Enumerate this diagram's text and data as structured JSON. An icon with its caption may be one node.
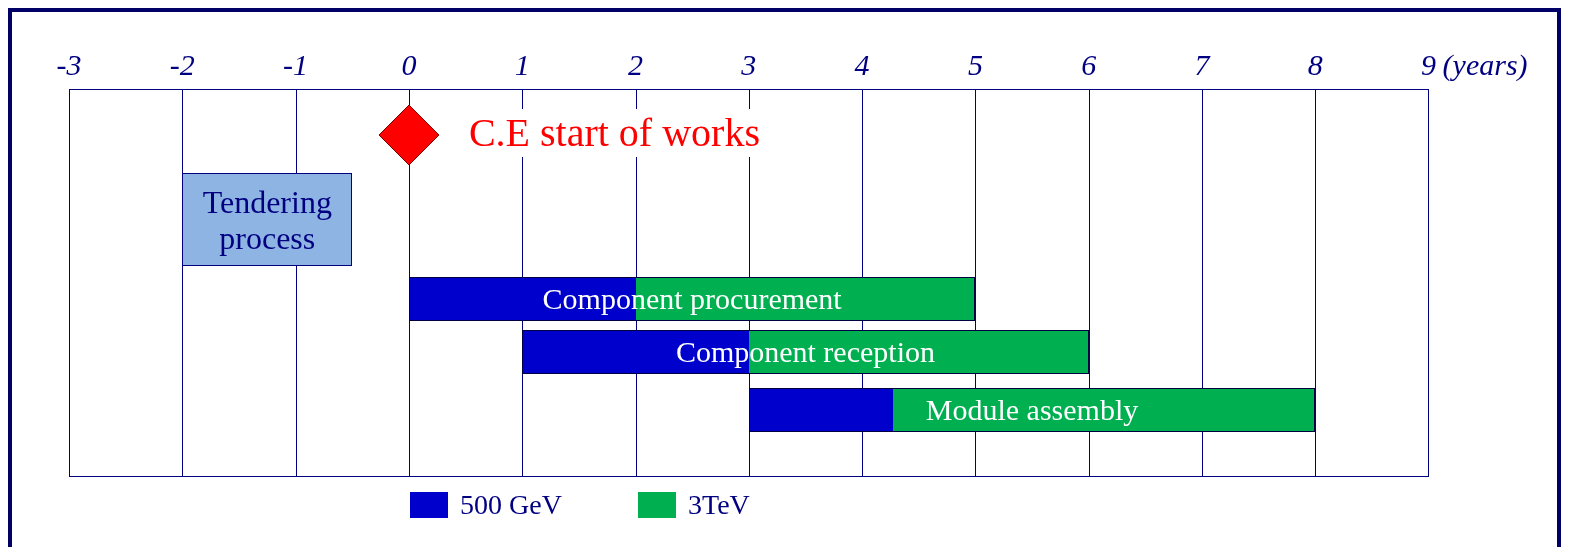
{
  "diagram": {
    "nodes": [
      {
        "text": [],
        "shape": "diamond",
        "beside": [
          "C.E start of works"
        ]
      },
      {
        "text": [
          "Tendering process"
        ]
      },
      {
        "text": [
          "Component procurement"
        ]
      },
      {
        "text": [
          "Component reception"
        ]
      },
      {
        "text": [
          "Module assembly"
        ]
      }
    ],
    "edges": [],
    "labels": [
      "-3",
      "-2",
      "-1",
      "0",
      "1",
      "2",
      "3",
      "4",
      "5",
      "6",
      "7",
      "8",
      "9",
      "(years)"
    ],
    "legend": [
      {
        "text": "500 GeV",
        "color": "#0000cc"
      },
      {
        "text": "3TeV",
        "color": "#00b050"
      }
    ]
  }
}
